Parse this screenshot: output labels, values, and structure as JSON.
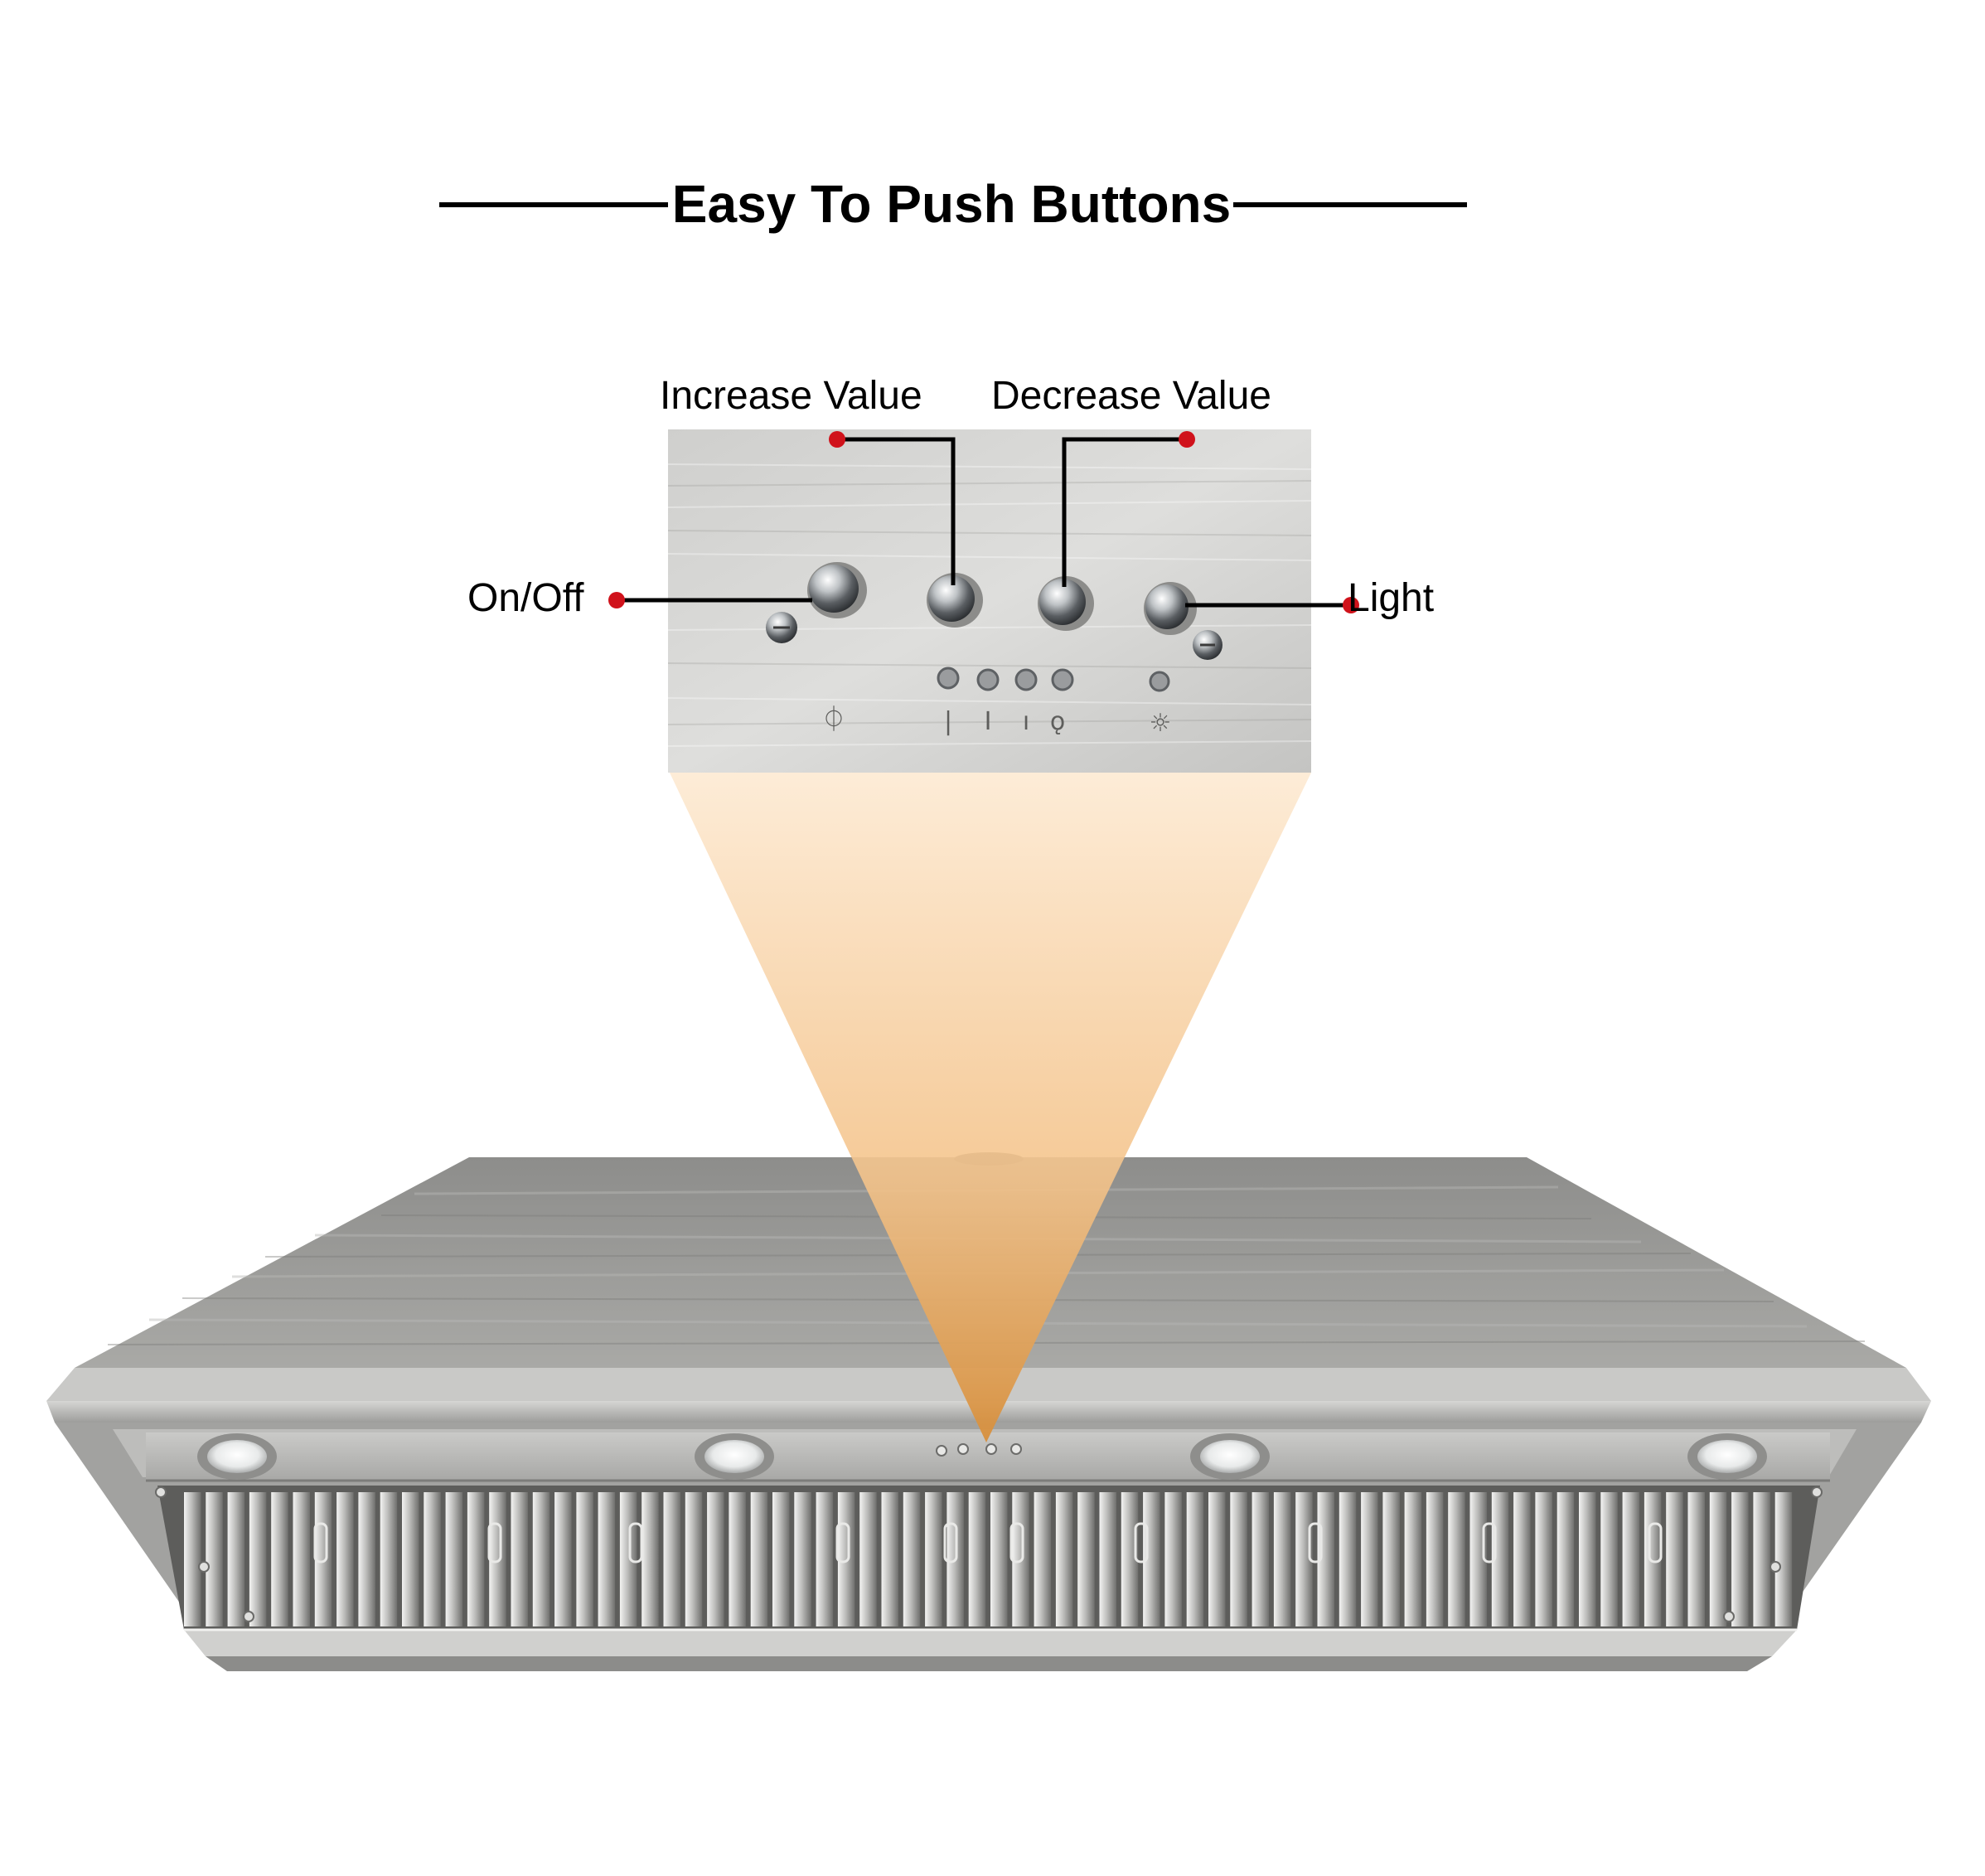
{
  "headline": {
    "text": "Easy To Push Buttons"
  },
  "callouts": {
    "increase": "Increase Value",
    "decrease": "Decrease Value",
    "on_off": "On/Off",
    "light": "Light"
  },
  "panel_markings": {
    "power_symbol": "⏀",
    "speed_marks": [
      "|",
      "I",
      "ı",
      "ǫ"
    ],
    "light_symbol": "☼"
  },
  "colors": {
    "callout_dot": "#d0121b",
    "leader_line": "#000000",
    "steel_light": "#d9d9d7",
    "steel_mid": "#9e9e9a",
    "steel_dark": "#6a6a68",
    "zoom_beam_top": "#fdebd5",
    "zoom_beam_bottom": "#d78f3c"
  },
  "icons": {
    "zoom_cone": "magnify-cone",
    "button": "chrome-push-button"
  }
}
